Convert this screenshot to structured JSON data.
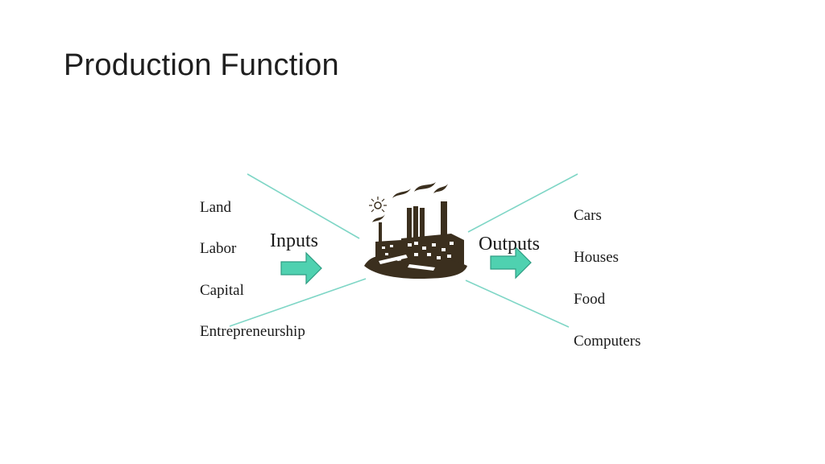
{
  "slide": {
    "title": "Production Function"
  },
  "diagram": {
    "inputs_label": "Inputs",
    "outputs_label": "Outputs",
    "inputs": [
      "Land",
      "Labor",
      "Capital",
      "Entrepreneurship"
    ],
    "outputs": [
      "Cars",
      "Houses",
      "Food",
      "Computers"
    ],
    "factory_icon": "factory-icon",
    "arrow_icon": "right-arrow-icon",
    "colors": {
      "arrow_fill": "#4fd1b0",
      "arrow_stroke": "#2e9c82",
      "line": "#7fd6c6",
      "factory": "#3b2f1e"
    }
  }
}
